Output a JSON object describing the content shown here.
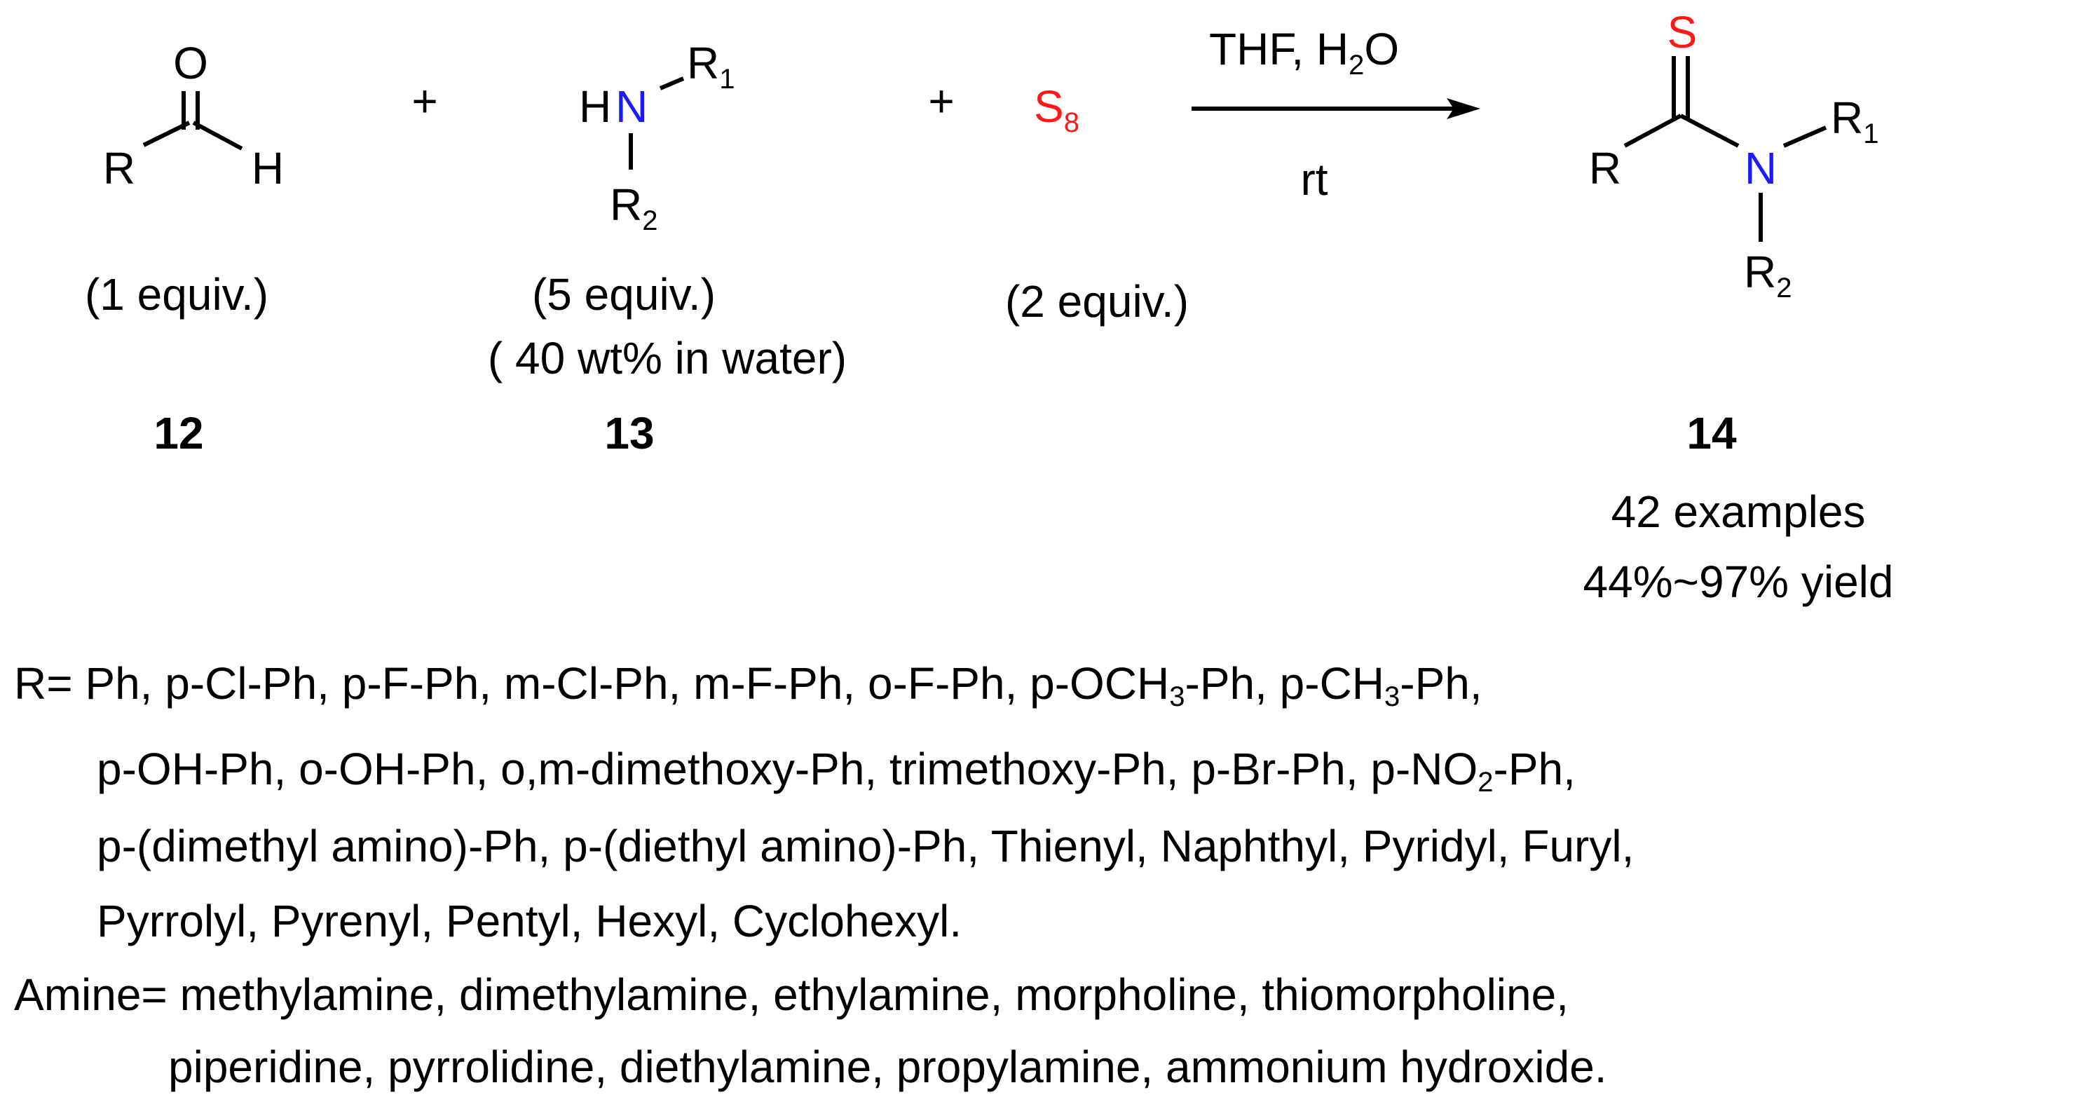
{
  "reactant_aldehyde": {
    "atom_O": "O",
    "atom_R": "R",
    "atom_H": "H",
    "equiv": "(1 equiv.)",
    "number": "12"
  },
  "plus_1": "+",
  "reactant_amine": {
    "atom_H": "H",
    "atom_N": "N",
    "r1": "R",
    "r1_sub": "1",
    "r2": "R",
    "r2_sub": "2",
    "equiv": "(5 equiv.)",
    "note": "( 40 wt% in water)",
    "number": "13"
  },
  "plus_2": "+",
  "reactant_sulfur": {
    "symbol": "S",
    "sub": "8",
    "equiv": "(2 equiv.)"
  },
  "conditions": {
    "above_a": "THF, H",
    "above_sub": "2",
    "above_b": "O",
    "below": "rt"
  },
  "product": {
    "atom_S": "S",
    "atom_R": "R",
    "atom_N": "N",
    "r1": "R",
    "r1_sub": "1",
    "r2": "R",
    "r2_sub": "2",
    "number": "14",
    "examples": "42 examples",
    "yield": "44%~97% yield"
  },
  "scope_r": {
    "line1_a": "R= Ph, p-Cl-Ph, p-F-Ph, m-Cl-Ph, m-F-Ph, o-F-Ph, p-OCH",
    "line1_sub1": "3",
    "line1_b": "-Ph, p-CH",
    "line1_sub2": "3",
    "line1_c": "-Ph,",
    "line2_a": "p-OH-Ph, o-OH-Ph, o,m-dimethoxy-Ph, trimethoxy-Ph, p-Br-Ph, p-NO",
    "line2_sub": "2",
    "line2_b": "-Ph,",
    "line3": "p-(dimethyl amino)-Ph, p-(diethyl amino)-Ph, Thienyl, Naphthyl, Pyridyl, Furyl,",
    "line4": "Pyrrolyl, Pyrenyl, Pentyl, Hexyl, Cyclohexyl."
  },
  "scope_amine": {
    "line1": "Amine= methylamine, dimethylamine, ethylamine, morpholine, thiomorpholine,",
    "line2": "piperidine, pyrrolidine, diethylamine, propylamine, ammonium hydroxide."
  },
  "colors": {
    "nitrogen": "#1a1aff",
    "sulfur": "#ff1a1a",
    "text": "#000000"
  }
}
